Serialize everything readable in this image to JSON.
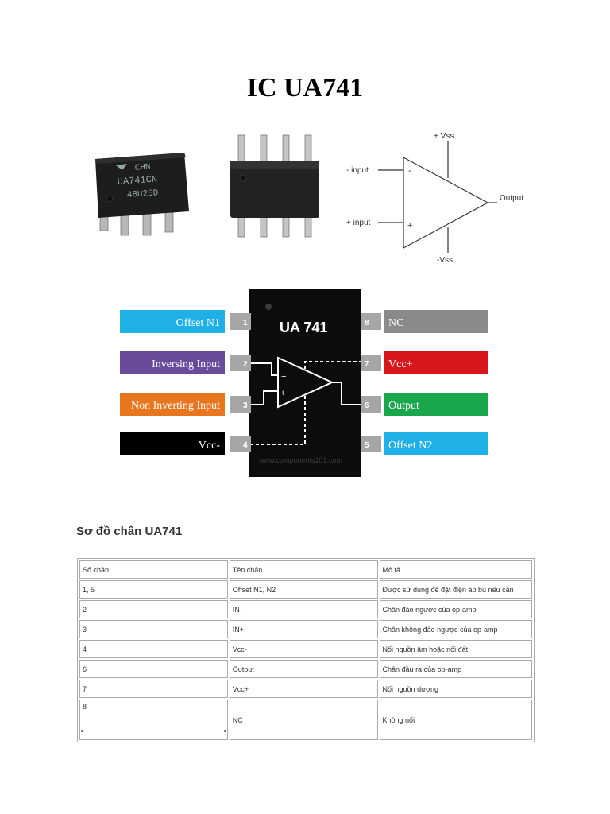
{
  "page": {
    "title": "IC UA741"
  },
  "chip_photo_1": {
    "marking_line1": "CHN",
    "marking_line2": "UA741CN",
    "marking_line3": "48U25D"
  },
  "opamp_symbol": {
    "vss_pos": "+ Vss",
    "vss_neg": "-Vss",
    "input_neg": "- input",
    "input_pos": "+ input",
    "output": "Output",
    "minus": "-",
    "plus": "+"
  },
  "pinout": {
    "chip_label": "UA 741",
    "watermark": "www.components101.com",
    "left_pins": [
      {
        "number": "1",
        "label": "Offset N1",
        "color": "#1fb0e8"
      },
      {
        "number": "2",
        "label": "Inversing Input",
        "color": "#6a4a9a"
      },
      {
        "number": "3",
        "label": "Non Inverting Input",
        "color": "#e8761e"
      },
      {
        "number": "4",
        "label": "Vcc-",
        "color": "#000000"
      }
    ],
    "right_pins": [
      {
        "number": "8",
        "label": "NC",
        "color": "#8a8a8a"
      },
      {
        "number": "7",
        "label": "Vcc+",
        "color": "#d8171c"
      },
      {
        "number": "6",
        "label": "Output",
        "color": "#1aa64a"
      },
      {
        "number": "5",
        "label": "Offset N2",
        "color": "#1fb0e8"
      }
    ]
  },
  "section": {
    "heading": "Sơ đồ chân UA741"
  },
  "table": {
    "headers": [
      "Số chân",
      "Tên chân",
      "Mô tả"
    ],
    "rows": [
      [
        "1, 5",
        "Offset N1, N2",
        "Được sử dụng để đặt điện áp bù nếu cần"
      ],
      [
        "2",
        "IN-",
        "Chân đảo ngược của op-amp"
      ],
      [
        "3",
        "IN+",
        "Chân không đảo ngược của op-amp"
      ],
      [
        "4",
        "Vcc-",
        "Nối nguồn âm hoặc nối đất"
      ],
      [
        "6",
        "Output",
        "Chân đầu ra của op-amp"
      ],
      [
        "7",
        "Vcc+",
        "Nối nguồn dương"
      ],
      [
        "8",
        "NC",
        "Không nối"
      ]
    ]
  }
}
